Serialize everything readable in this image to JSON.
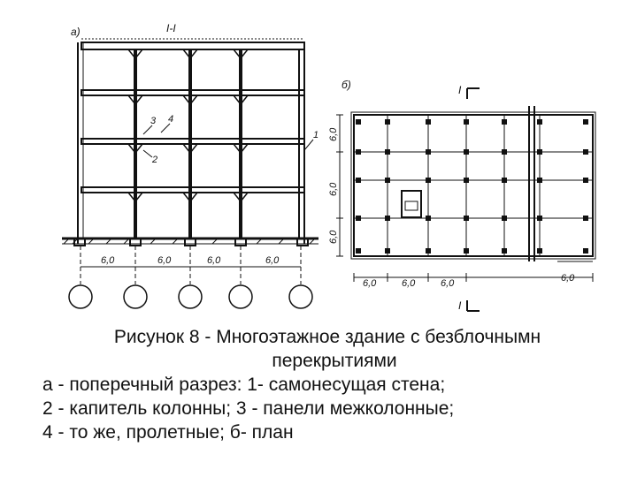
{
  "figure": {
    "label_a": "а)",
    "label_b": "б)",
    "section_mark": "I-I",
    "callouts": {
      "c1": "1",
      "c2": "2",
      "c3": "3",
      "c4": "4"
    },
    "section_dims": [
      "6,0",
      "6,0",
      "6,0",
      "6,0"
    ],
    "plan_row_dims": [
      "6,0",
      "6,0",
      "6,0"
    ],
    "plan_col_dims": [
      "6,0",
      "6,0",
      "6,0",
      "6,0"
    ],
    "plan_cut_mark": "I"
  },
  "caption": {
    "title": "Рисунок 8 - Многоэтажное здание с безблочнымн",
    "title_cont": "перекрытиями",
    "line1": "а - поперечный  разрез:  1- самонесущая стена;",
    "line2": "2 - капитель   колонны;  3 - панели  межколонные;",
    "line3": "4 - то же, пролетные; б- план"
  }
}
